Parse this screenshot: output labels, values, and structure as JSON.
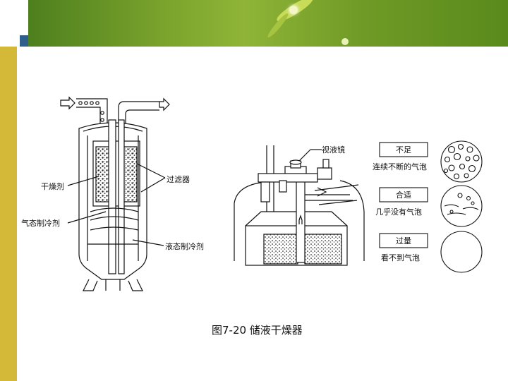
{
  "labels": {
    "drier": "干燥剂",
    "vapor_refrigerant": "气态制冷剂",
    "filter": "过滤器",
    "liquid_refrigerant": "液态制冷剂",
    "sight_glass": "视液镜",
    "insufficient": "不足",
    "insufficient_desc": "连续不断的气泡",
    "proper": "合适",
    "proper_desc": "几乎没有气泡",
    "excess": "过量",
    "excess_desc": "看不到气泡"
  },
  "caption": "图7-20  储液干燥器",
  "colors": {
    "sidebar": "#d4b838",
    "banner_green": "#7aa32c",
    "banner_blue": "#2e5f8a",
    "line": "#111111"
  }
}
